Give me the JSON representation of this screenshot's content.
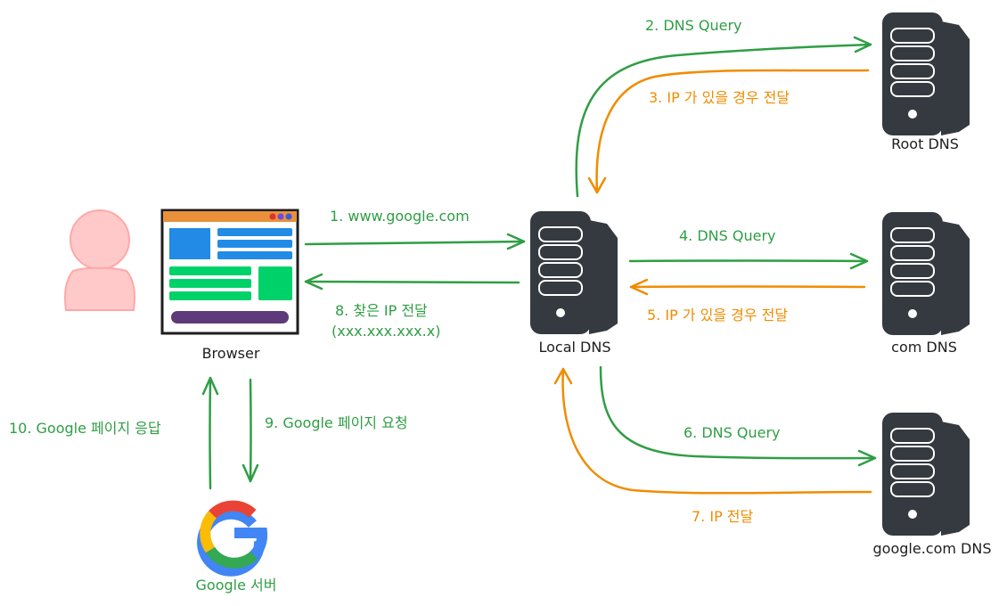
{
  "nodes": {
    "browser": "Browser",
    "local_dns": "Local DNS",
    "root_dns": "Root DNS",
    "com_dns": "com DNS",
    "google_dns": "google.com DNS",
    "google_server": "Google 서버"
  },
  "steps": {
    "s1": "1. www.google.com",
    "s2": "2. DNS Query",
    "s3": "3. IP 가 있을 경우 전달",
    "s4": "4. DNS Query",
    "s5": "5. IP 가 있을 경우 전달",
    "s6": "6. DNS Query",
    "s7": "7. IP 전달",
    "s8_line1": "8. 찾은 IP 전달",
    "s8_line2": "(xxx.xxx.xxx.x)",
    "s9": "9. Google 페이지 요청",
    "s10": "10. Google 페이지 응답"
  },
  "colors": {
    "request": "#2f9e44",
    "response": "#f08c00",
    "server": "#343a40",
    "person": "#ffc9c9",
    "browser_bar": "#e8903a",
    "browser_blue": "#228be6",
    "browser_green": "#00d26a",
    "browser_purple": "#5f3a7a"
  },
  "icons": {
    "user": "user-icon",
    "browser": "browser-window-icon",
    "server": "server-icon",
    "google": "google-logo-icon"
  }
}
